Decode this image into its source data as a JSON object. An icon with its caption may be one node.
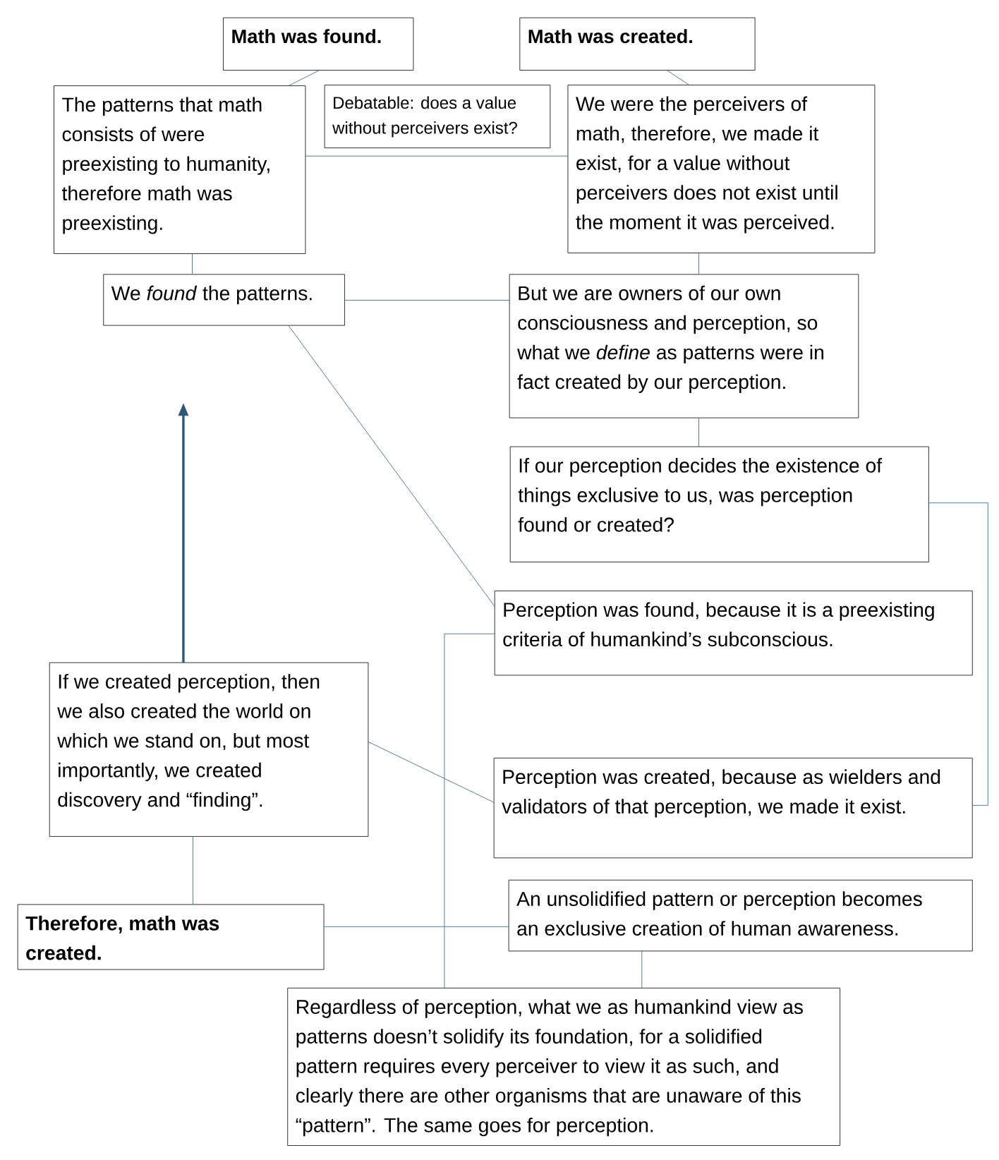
{
  "diagram": {
    "nodes": [
      {
        "text": [
          "Math was found."
        ]
      },
      {
        "text": [
          "Math was created."
        ]
      },
      {
        "text": [
          "The patterns that math consists of were preexisting to humanity, therefore math was preexisting."
        ]
      },
      {
        "text": [
          "Debatable: does a value without perceivers exist?"
        ]
      },
      {
        "text": [
          "We were the perceivers of math, therefore, we made it exist, for a value without perceivers does not exist until the moment it was perceived."
        ]
      },
      {
        "text": [
          "We *found* the patterns."
        ]
      },
      {
        "text": [
          "But we are owners of our own consciousness and perception, so what we *define* as patterns were in fact created by our perception."
        ]
      },
      {
        "text": [
          "If our perception decides the existence of things exclusive to us, was perception found or created?"
        ]
      },
      {
        "text": [
          "Perception was found, because it is a preexisting criteria of humankind’s subconscious."
        ]
      },
      {
        "text": [
          "If we created perception, then we also created the world on which we stand on, but most importantly, we created discovery and “finding”."
        ]
      },
      {
        "text": [
          "Perception was created, because as wielders and validators of that perception, we made it exist."
        ]
      },
      {
        "text": [
          "Therefore, math was created."
        ]
      },
      {
        "text": [
          "An unsolidified pattern or perception becomes an exclusive creation of human awareness."
        ]
      },
      {
        "text": [
          "Regardless of perception, what we as humankind view as patterns doesn’t solidify its foundation, for a solidified pattern requires every perceiver to view it as such, and clearly there are other organisms that are unaware of this “pattern”. The same goes for perception."
        ]
      }
    ],
    "edges": [
      {
        "from": 0,
        "to": 2,
        "arrow": "none"
      },
      {
        "from": 1,
        "to": 4,
        "arrow": "none"
      },
      {
        "from": 2,
        "to": 4,
        "arrow": "none"
      },
      {
        "from": 2,
        "to": 5,
        "arrow": "none"
      },
      {
        "from": 4,
        "to": 6,
        "arrow": "none"
      },
      {
        "from": 5,
        "to": 6,
        "arrow": "none"
      },
      {
        "from": 6,
        "to": 7,
        "arrow": "none"
      },
      {
        "from": 5,
        "to": 8,
        "arrow": "none"
      },
      {
        "from": 7,
        "to": 10,
        "arrow": "none"
      },
      {
        "from": 8,
        "to": 13,
        "arrow": "none"
      },
      {
        "from": 9,
        "to": 10,
        "arrow": "none"
      },
      {
        "from": 9,
        "to": null,
        "arrow": "to",
        "style": "thick"
      },
      {
        "from": 9,
        "to": 11,
        "arrow": "none"
      },
      {
        "from": 11,
        "to": 12,
        "arrow": "none"
      },
      {
        "from": 12,
        "to": 13,
        "arrow": "none"
      }
    ]
  }
}
